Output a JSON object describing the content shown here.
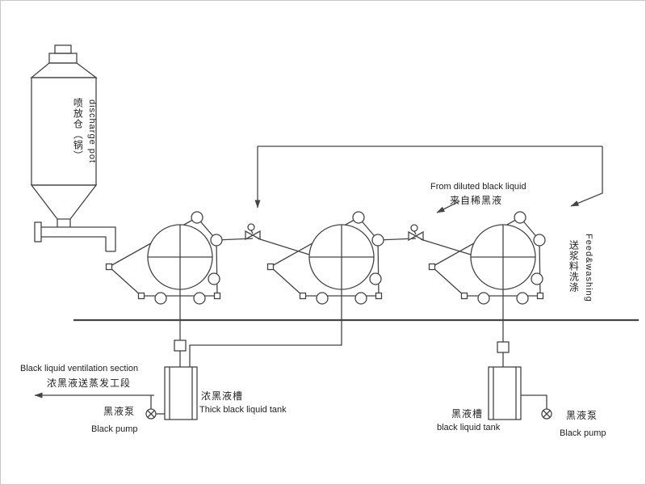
{
  "colors": {
    "line": "#444444",
    "background": "#ffffff",
    "text": "#222222"
  },
  "labels": {
    "discharge_pot_cn": "喷放仓（锅）",
    "discharge_pot_en": "discharge pot",
    "from_diluted_black_liquid_en": "From diluted black liquid",
    "from_diluted_black_liquid_cn": "来自稀黑液",
    "feed_washing_en": "Feed&washing",
    "feed_washing_cn": "送浆料洗涤",
    "ventilation_section_en": "Black liquid ventilation section",
    "ventilation_section_cn": "浓黑液送蒸发工段",
    "left_pump_cn": "黑液泵",
    "left_pump_en": "Black pump",
    "thick_tank_cn": "浓黑液槽",
    "thick_tank_en": "Thick black liquid tank",
    "black_tank_cn": "黑液槽",
    "black_tank_en": "black liquid tank",
    "right_pump_cn": "黑液泵",
    "right_pump_en": "Black pump"
  }
}
